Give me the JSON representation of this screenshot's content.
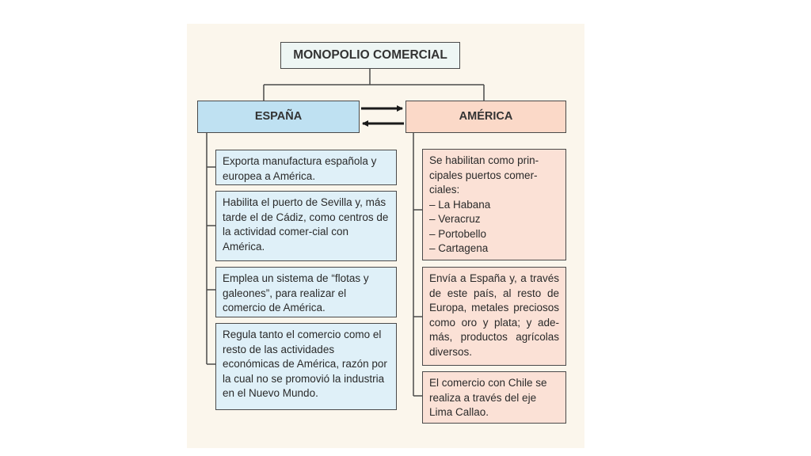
{
  "diagram": {
    "title": "MONOPOLIO COMERCIAL",
    "spain": {
      "label": "ESPAÑA",
      "items": [
        "Exporta manufactura española y europea a América.",
        "Habilita el puerto de Sevilla y, más tarde el de Cádiz, como centros de la actividad comer-cial con América.",
        "Emplea un sistema de “flotas y galeones”, para realizar el comercio de América.",
        "Regula tanto el comercio como el resto de las actividades económicas de América, razón por la cual no se promovió la industria en el Nuevo Mundo."
      ]
    },
    "america": {
      "label": "AMÉRICA",
      "items": [
        "Se habilitan como prin-cipales puertos comer-ciales:\n– La Habana\n– Veracruz\n– Portobello\n– Cartagena",
        "Envía a España y, a través de este país, al resto de Europa, metales preciosos como oro y plata; y ade-más, productos agrícolas diversos.",
        "El comercio con Chile se realiza a través del eje Lima Callao."
      ]
    },
    "colors": {
      "panel_bg": "#fbf6ec",
      "title_bg": "#eef6f4",
      "spain_header_bg": "#bfe1f2",
      "spain_item_bg": "#dff0f8",
      "america_header_bg": "#fbd9c8",
      "america_item_bg": "#fbe1d6",
      "line": "#4a4a4a",
      "arrow": "#1a1a1a"
    }
  }
}
